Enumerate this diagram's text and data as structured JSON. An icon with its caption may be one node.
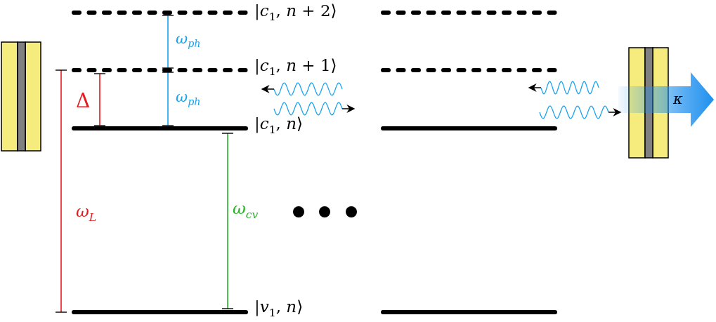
{
  "diagram": {
    "labels": [
      "|*c*$_{1}$, *n* + 2⟩",
      "*ω*$_{ph}$",
      "|*c*$_{1}$, *n* + 1⟩",
      "Δ",
      "*ω*$_{ph}$",
      "|*c*$_{1}$, *n*⟩",
      "*κ*",
      "*ω*$_{L}$",
      "*ω*$_{cv}$",
      "|*v*$_{1}$, *n*⟩"
    ]
  }
}
